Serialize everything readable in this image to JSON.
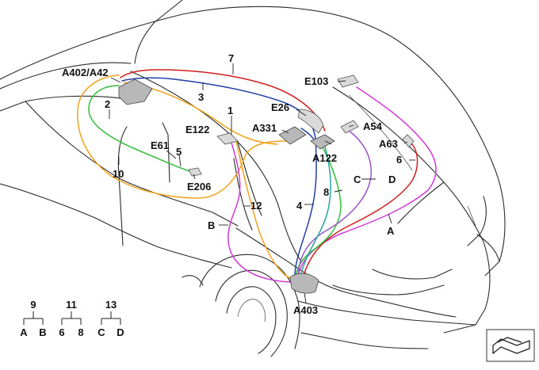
{
  "colors": {
    "red": "#d11e1e",
    "blue": "#1f3ea8",
    "orange": "#f2a21c",
    "green": "#2fbf3a",
    "magenta": "#d23ad6",
    "purple": "#9a55c8",
    "teal": "#25a6a0",
    "outline": "#2b2b2b"
  },
  "labels": {
    "a402": "A402/A42",
    "n7": "7",
    "n3": "3",
    "n2": "2",
    "n1": "1",
    "e103": "E103",
    "e26": "E26",
    "a331": "A331",
    "e122": "E122",
    "a54": "A54",
    "e61": "E61",
    "a63": "A63",
    "n5": "5",
    "a122": "A122",
    "n6": "6",
    "n10": "10",
    "e206": "E206",
    "c": "C",
    "d": "D",
    "n8": "8",
    "n12": "12",
    "n4": "4",
    "a": "A",
    "b": "B",
    "a403": "A403"
  },
  "legend": [
    {
      "parent": "9",
      "left": "A",
      "right": "B"
    },
    {
      "parent": "11",
      "left": "6",
      "right": "8"
    },
    {
      "parent": "13",
      "left": "C",
      "right": "D"
    }
  ],
  "icons": {
    "corner": "orientation-arrow-icon"
  }
}
